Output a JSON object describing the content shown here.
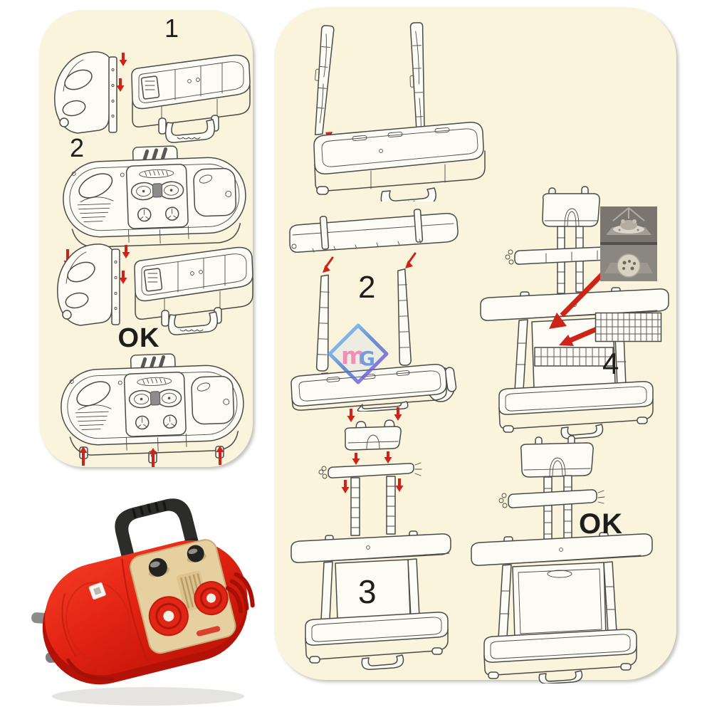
{
  "left_panel": {
    "step1": "1",
    "step2": "2",
    "ok": "OK"
  },
  "right_panel": {
    "step2": "2",
    "step3": "3",
    "step4": "4",
    "ok": "OK"
  },
  "watermark": {
    "m": "m",
    "g": "G"
  },
  "colors": {
    "panel_bg": "#faf4dd",
    "line": "#4a4a48",
    "arrow_red": "#cc2418",
    "case_red": "#e32413",
    "case_red_dark": "#b31206",
    "case_tan": "#e7d0a0",
    "handle_black": "#2c2c2a",
    "wm_pink": "#f07ab2",
    "wm_blue": "#5b8bdb"
  }
}
